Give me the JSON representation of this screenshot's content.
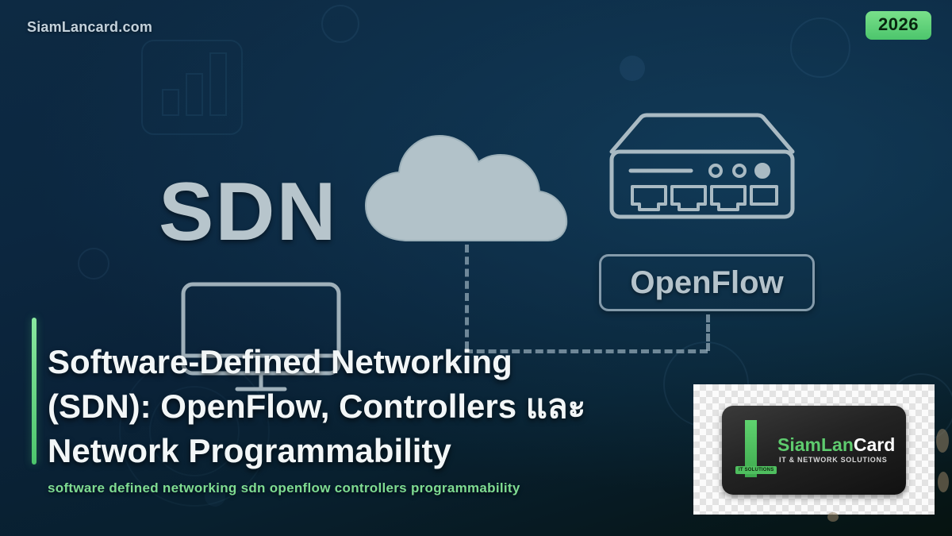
{
  "header": {
    "site_name": "SiamLancard.com",
    "year_badge": "2026"
  },
  "illustration": {
    "sdn_label": "SDN",
    "openflow_label": "OpenFlow",
    "icons": {
      "cloud": "cloud-icon",
      "switch": "network-switch-icon",
      "monitor": "monitor-icon",
      "chart_watermark": "bar-chart-icon"
    }
  },
  "title_block": {
    "title_line1": "Software-Defined Networking",
    "title_line2": "(SDN): OpenFlow, Controllers และ",
    "title_line3": "Network Programmability",
    "subtitle": "software defined networking sdn openflow controllers programmability"
  },
  "logo": {
    "brand_first": "SiamLan",
    "brand_second": "Card",
    "tagline": "IT & NETWORK SOLUTIONS",
    "badge": "IT SOLUTIONS"
  },
  "colors": {
    "background_top": "#0d2a43",
    "background_bottom": "#061310",
    "accent_green": "#4cc56c",
    "subtitle_green": "#7fdc92",
    "illustration_gray": "#b5c3cb",
    "title_white": "#f2f6f7"
  }
}
